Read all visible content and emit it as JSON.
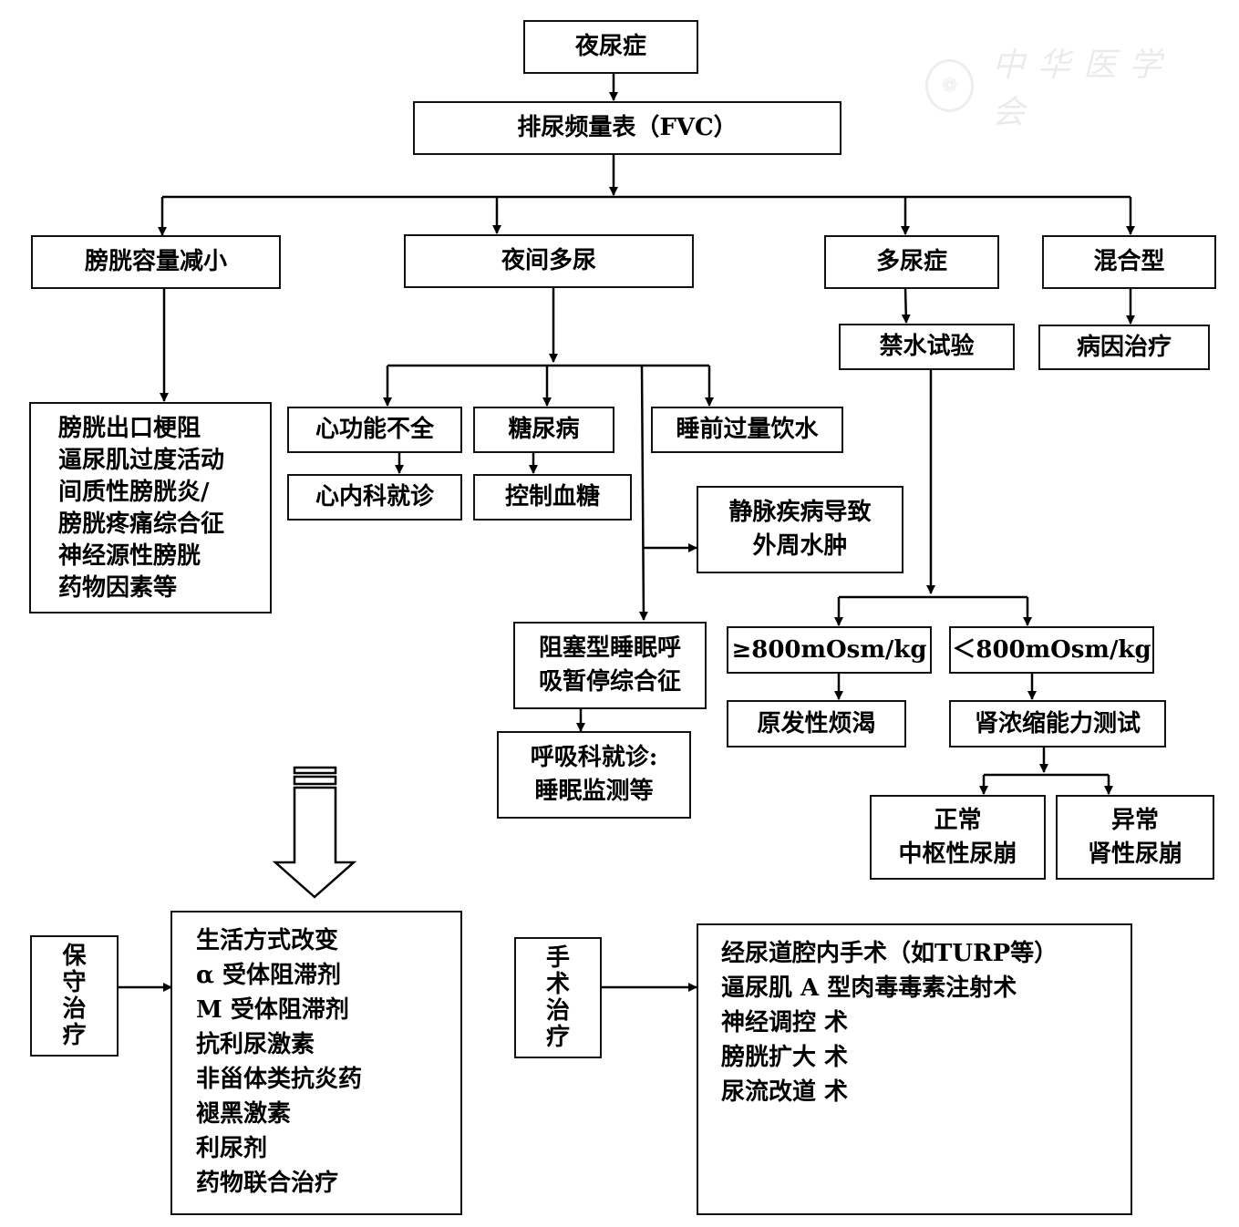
{
  "watermark": {
    "logo_icon": "❁",
    "text": "中华医学会"
  },
  "nodes": {
    "root": "夜尿症",
    "fvc": "排尿频量表（FVC）",
    "bladder_capacity": "膀胱容量减小",
    "nocturnal_polyuria": "夜间多尿",
    "polyuria": "多尿症",
    "mixed": "混合型",
    "bladder_causes": [
      "膀胱出口梗阻",
      "逼尿肌过度活动",
      "间质性膀胱炎/",
      "膀胱疼痛综合征",
      "神经源性膀胱",
      "药物因素等"
    ],
    "heart_failure": "心功能不全",
    "cardiology": "心内科就诊",
    "diabetes": "糖尿病",
    "glucose_control": "控制血糖",
    "bedtime_drinking": "睡前过量饮水",
    "venous_edema": [
      "静脉疾病导致",
      "外周水肿"
    ],
    "osas": [
      "阻塞型睡眠呼",
      "吸暂停综合征"
    ],
    "respiratory": [
      "呼吸科就诊:",
      "睡眠监测等"
    ],
    "water_deprivation": "禁水试验",
    "etiology_treatment": "病因治疗",
    "ge800": "≥800mOsm/kg",
    "lt800": "＜800mOsm/kg",
    "primary_polydipsia": "原发性烦渴",
    "renal_concentration": "肾浓缩能力测试",
    "central_di": [
      "正常",
      "中枢性尿崩"
    ],
    "renal_di": [
      "异常",
      "肾性尿崩"
    ]
  },
  "treatment": {
    "conservative_label": [
      "保",
      "守",
      "治",
      "疗"
    ],
    "conservative_items": [
      "生活方式改变",
      "α 受体阻滞剂",
      "M 受体阻滞剂",
      "抗利尿激素",
      "非甾体类抗炎药",
      "褪黑激素",
      "利尿剂",
      "药物联合治疗"
    ],
    "surgical_label": [
      "手",
      "术",
      "治",
      "疗"
    ],
    "surgical_items": [
      "经尿道腔内手术（如TURP等）",
      "逼尿肌 A 型肉毒毒素注射术",
      "神经调控 术",
      "膀胱扩大 术",
      "尿流改道 术"
    ]
  }
}
